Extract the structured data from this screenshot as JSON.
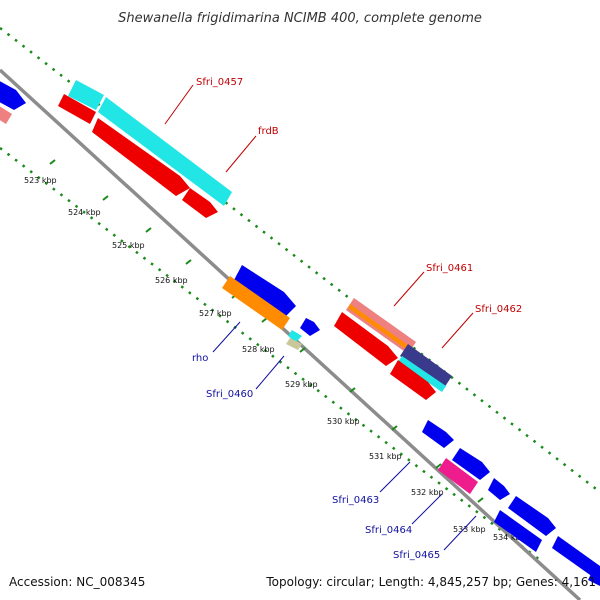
{
  "title": "Shewanella frigidimarina NCIMB 400, complete genome",
  "footer": {
    "accession": "Accession: NC_008345",
    "topology": "Topology: circular; Length: 4,845,257 bp; Genes: 4,161"
  },
  "colors": {
    "backbone": "#8c8c8c",
    "tick_dots": "#1a8a1a",
    "blue": "#0000ee",
    "red": "#ee0000",
    "cyan": "#22e6e6",
    "orange": "#ff8c00",
    "pink": "#ee1c8c",
    "salmon": "#ee8080",
    "navy": "#3a3a8c",
    "red_label": "#c00000",
    "blue_label": "#1010a0"
  },
  "kbp_ticks": [
    {
      "label": "523 kbp"
    },
    {
      "label": "524 kbp"
    },
    {
      "label": "525 kbp"
    },
    {
      "label": "526 kbp"
    },
    {
      "label": "527 kbp"
    },
    {
      "label": "528 kbp"
    },
    {
      "label": "529 kbp"
    },
    {
      "label": "530 kbp"
    },
    {
      "label": "531 kbp"
    },
    {
      "label": "532 kbp"
    },
    {
      "label": "533 kbp"
    },
    {
      "label": "534 kbp"
    }
  ],
  "gene_labels": [
    {
      "text": "Sfri_0457",
      "color": "red"
    },
    {
      "text": "frdB",
      "color": "red"
    },
    {
      "text": "Sfri_0461",
      "color": "red"
    },
    {
      "text": "Sfri_0462",
      "color": "red"
    },
    {
      "text": "rho",
      "color": "blue"
    },
    {
      "text": "Sfri_0460",
      "color": "blue"
    },
    {
      "text": "Sfri_0463",
      "color": "blue"
    },
    {
      "text": "Sfri_0464",
      "color": "blue"
    },
    {
      "text": "Sfri_0465",
      "color": "blue"
    }
  ]
}
